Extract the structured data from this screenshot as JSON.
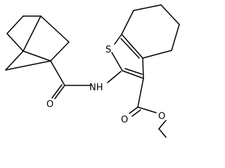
{
  "atoms": {
    "sulfur": "S",
    "amide_nitrogen": "NH",
    "amide_oxygen": "O",
    "ester_carbonyl_oxygen": "O",
    "ester_ether_oxygen": "O"
  },
  "colors": {
    "bond": "#000000",
    "background": "#ffffff"
  }
}
